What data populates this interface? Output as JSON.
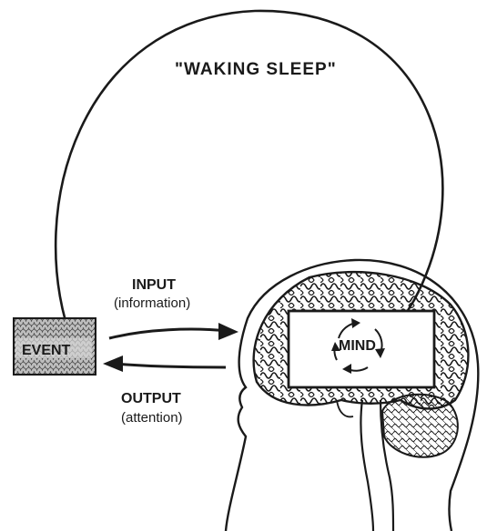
{
  "diagram": {
    "title": "\"WAKING SLEEP\"",
    "event_label": "EVENT",
    "mind_label": "MIND",
    "input": {
      "label": "INPUT",
      "sublabel": "(information)"
    },
    "output": {
      "label": "OUTPUT",
      "sublabel": "(attention)"
    }
  },
  "colors": {
    "ink": "#1a1a1a",
    "paper": "#ffffff",
    "event_texture": "#8a8a8a"
  }
}
